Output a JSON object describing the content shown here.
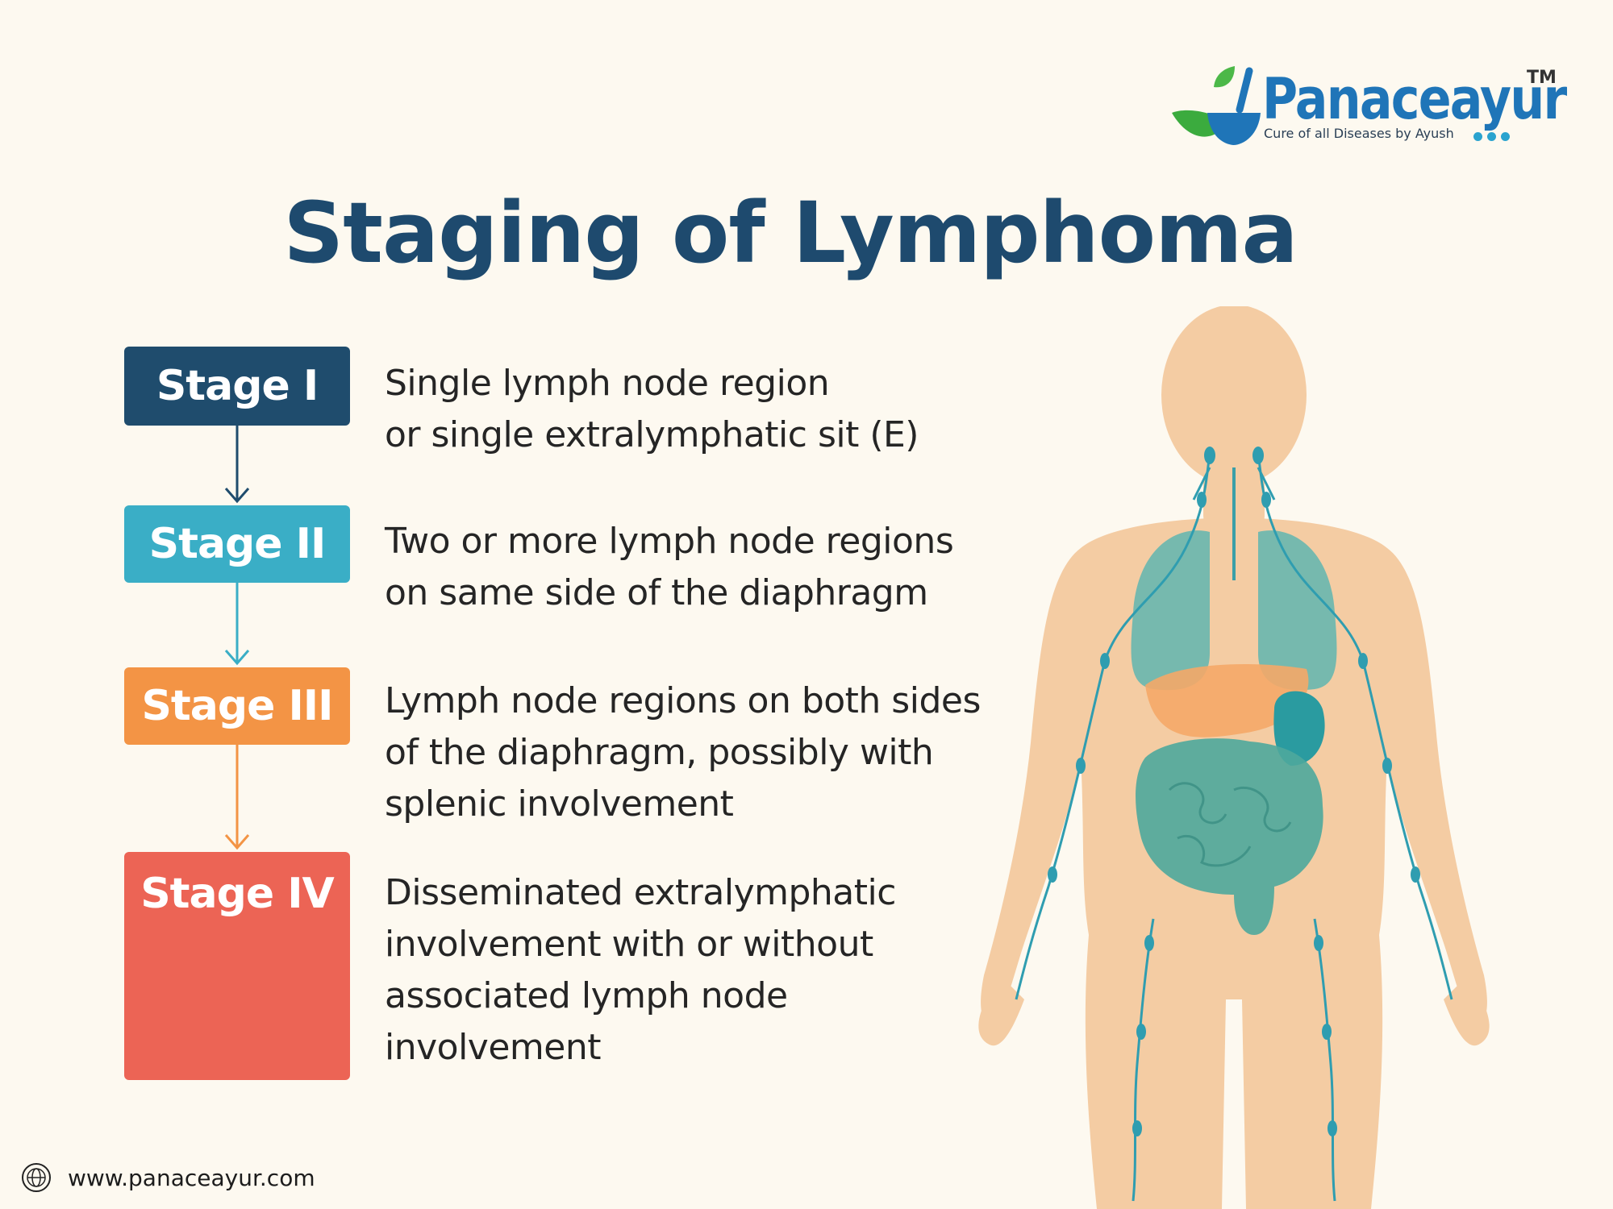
{
  "brand": {
    "name": "Panaceayur",
    "trademark": "TM",
    "tagline": "Cure of all Diseases by Ayush"
  },
  "title": "Staging of Lymphoma",
  "stages": [
    {
      "label": "Stage I",
      "color": "#1f4c6d",
      "lines": [
        "Single lymph node region",
        "or single extralymphatic sit (E)"
      ]
    },
    {
      "label": "Stage II",
      "color": "#3aaec6",
      "lines": [
        "Two or more lymph node regions",
        "on same side of the diaphragm"
      ]
    },
    {
      "label": "Stage III",
      "color": "#f39445",
      "lines": [
        "Lymph node regions on both sides",
        "of the diaphragm, possibly with",
        "splenic involvement"
      ]
    },
    {
      "label": "Stage IV",
      "color": "#ec6455",
      "lines": [
        "Disseminated extralymphatic",
        "involvement with or without",
        "associated lymph node",
        "involvement"
      ]
    }
  ],
  "footer": {
    "icon": "globe-icon",
    "url": "www.panaceayur.com"
  }
}
